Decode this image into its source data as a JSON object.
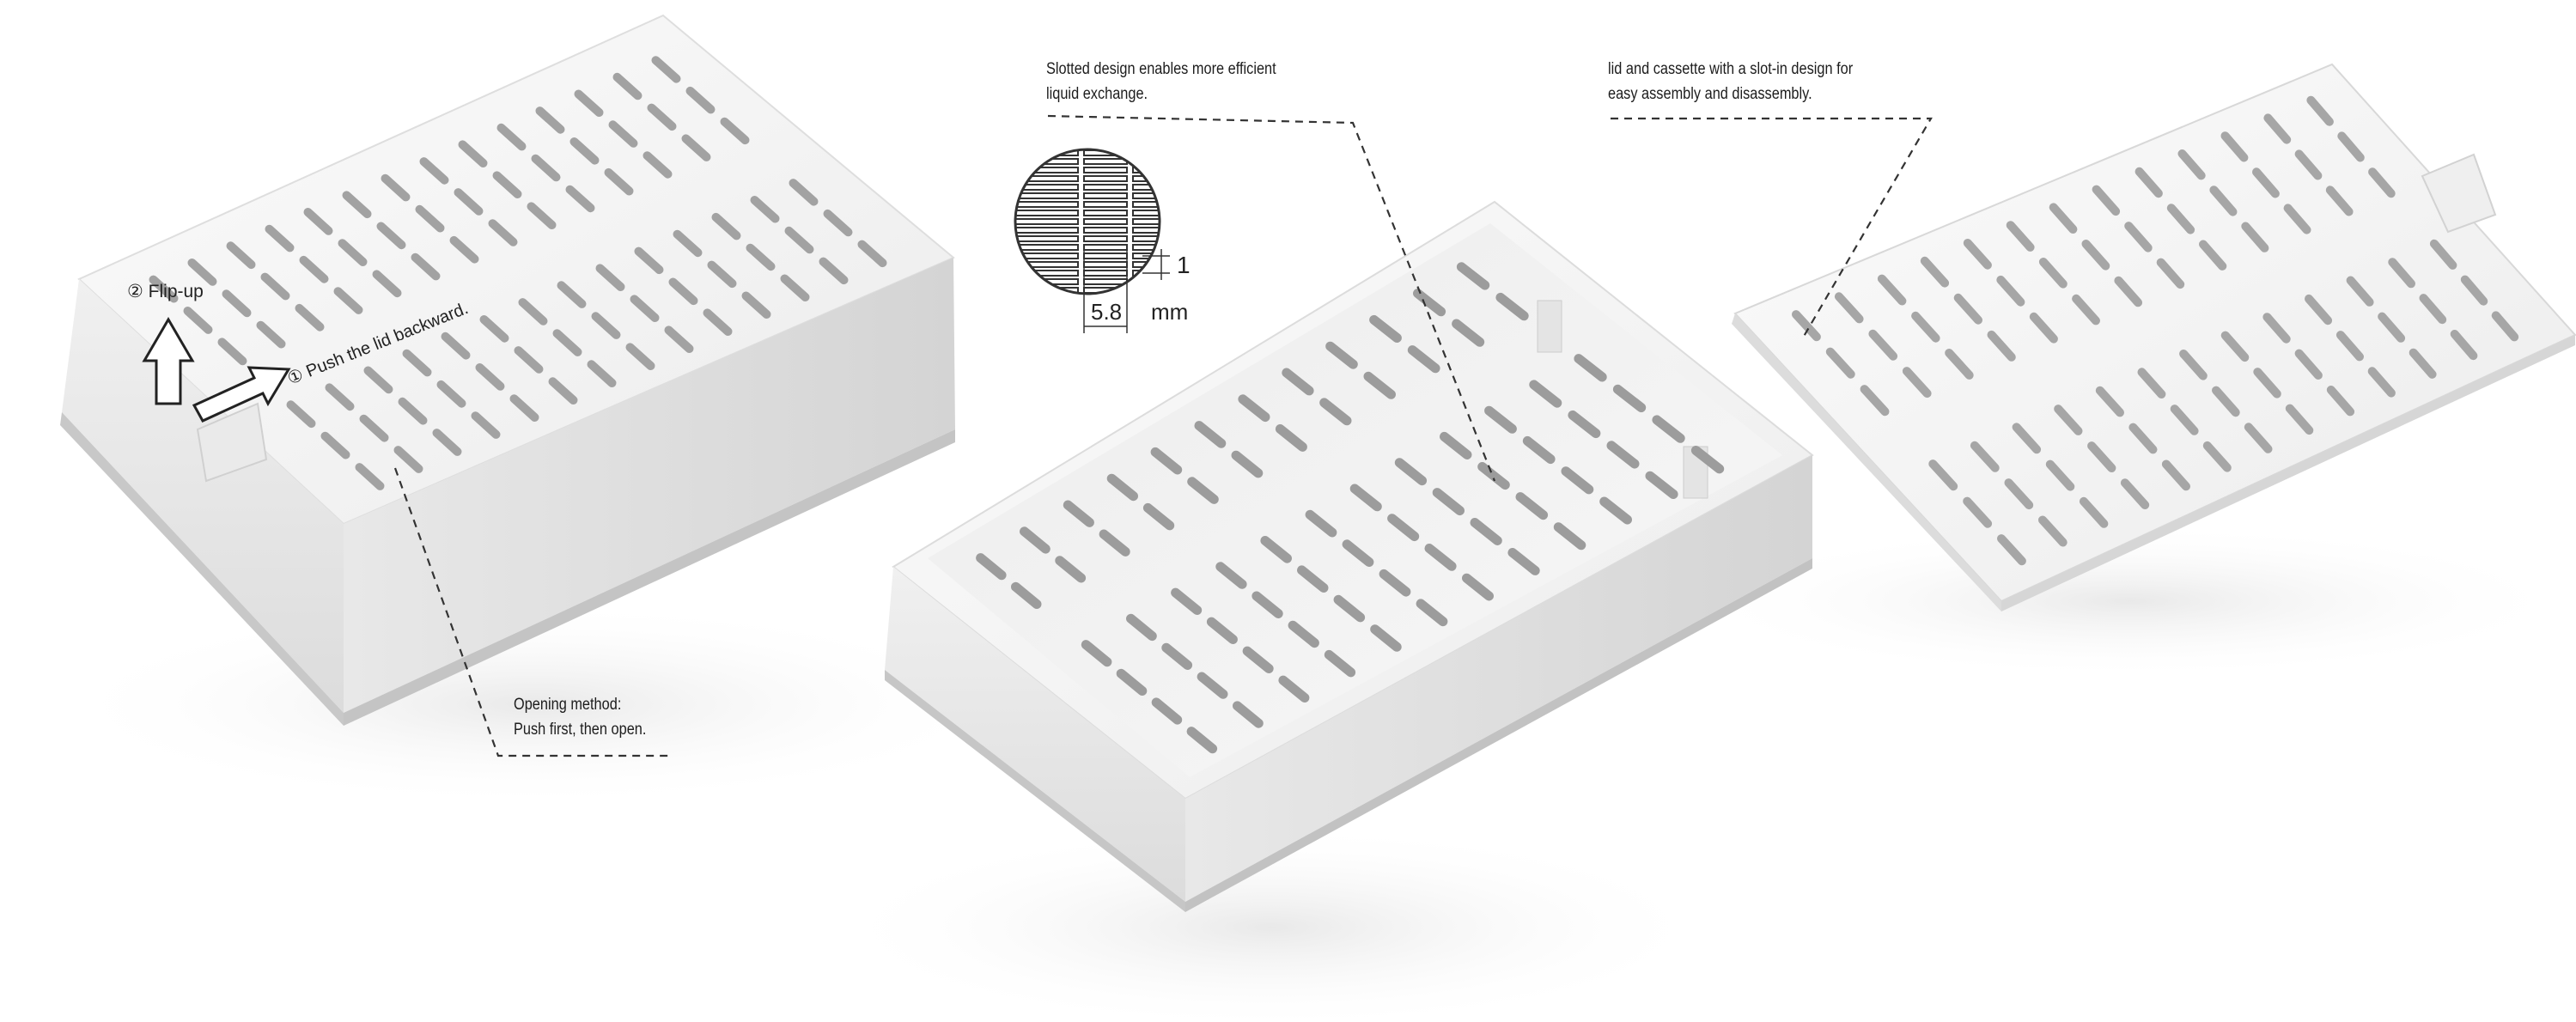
{
  "callouts": {
    "slotted": {
      "line1": "Slotted design enables more efficient",
      "line2": "liquid exchange."
    },
    "slot_in": {
      "line1": "lid and cassette with a slot-in design for",
      "line2": "easy assembly and disassembly."
    },
    "opening": {
      "line1": "Opening method:",
      "line2": "Push first, then open."
    }
  },
  "steps": {
    "flip_up": "② Flip-up",
    "push_back": "① Push the lid backward."
  },
  "slot_detail": {
    "width_value": "5.8",
    "gap_value": "1",
    "unit": "mm"
  },
  "colors": {
    "plastic": "#f4f4f4",
    "plastic_shade": "#e2e2e2",
    "plastic_dark": "#cfcfcf",
    "slot": "#9c9c9c",
    "line": "#333333"
  }
}
